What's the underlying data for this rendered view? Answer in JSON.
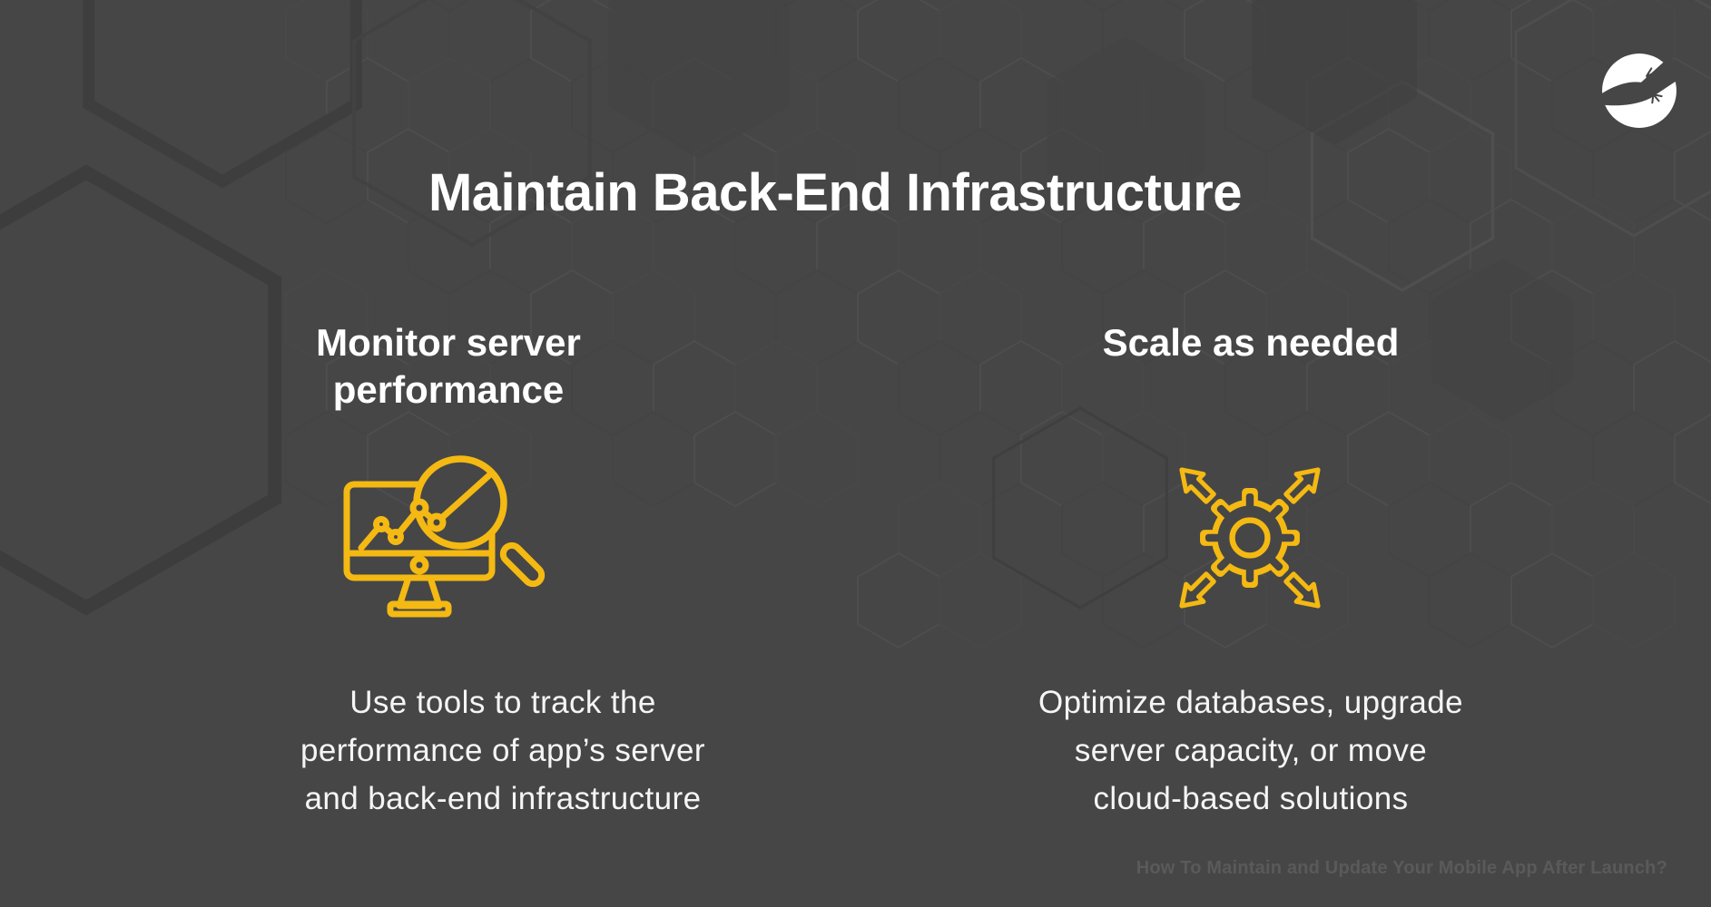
{
  "slide": {
    "title": "Maintain Back-End Infrastructure",
    "footer": "How To Maintain and Update Your Mobile App After Launch?",
    "colors": {
      "bg": "#464646",
      "accent": "#F4B912",
      "text": "#FFFFFF",
      "body_text": "#F5F5F5",
      "footer": "#5A5A5A",
      "hex_dark": "#3D3D3D",
      "hex_light": "#4E4E4E",
      "logo": "#FFFFFF"
    }
  },
  "columns": [
    {
      "heading": "Monitor server\nperformance",
      "icon": "monitor-analytics-magnifier-icon",
      "body": "Use tools to track the\nperformance of app’s server\nand back-end infrastructure"
    },
    {
      "heading": "Scale as needed",
      "icon": "gear-expand-arrows-icon",
      "body": "Optimize databases, upgrade\nserver capacity, or move\ncloud-based solutions"
    }
  ],
  "logo": {
    "icon": "gecko-circle-logo"
  }
}
